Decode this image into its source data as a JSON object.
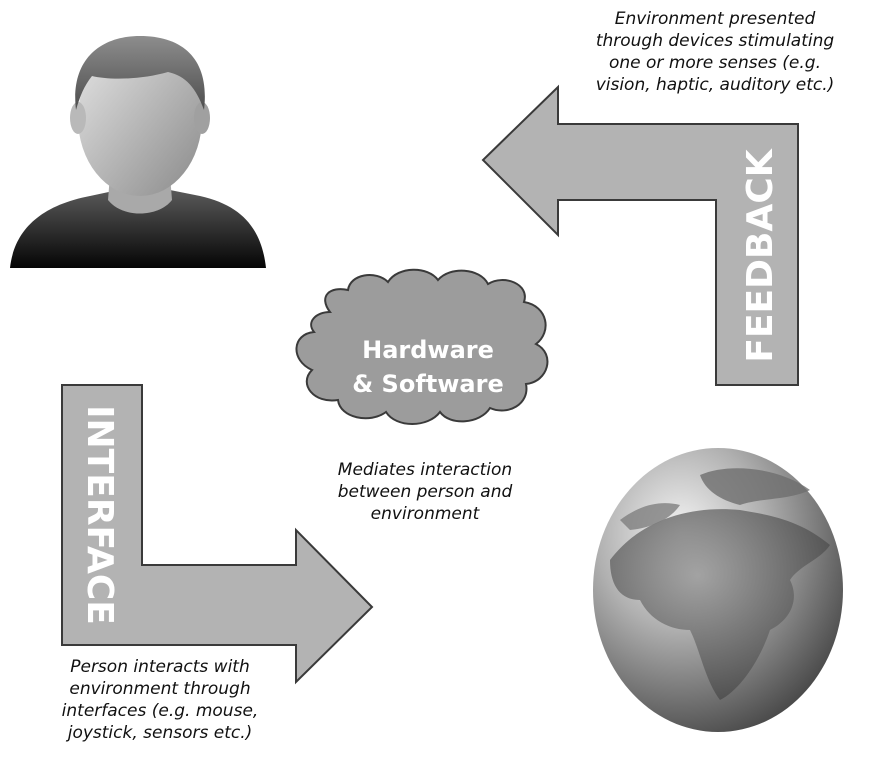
{
  "captions": {
    "feedback_lines": [
      "Environment presented",
      "through devices stimulating",
      "one or more senses (e.g.",
      "vision, haptic, auditory etc.)"
    ],
    "mediates_lines": [
      "Mediates interaction",
      "between person and",
      "environment"
    ],
    "interface_lines": [
      "Person interacts with",
      "environment through",
      "interfaces (e.g. mouse,",
      "joystick, sensors etc.)"
    ]
  },
  "arrows": {
    "feedback_label": "FEEDBACK",
    "interface_label": "INTERFACE"
  },
  "cloud": {
    "line1": "Hardware",
    "line2": "& Software"
  },
  "colors": {
    "arrow_fill": "#b3b3b3",
    "arrow_stroke": "#3a3a3a",
    "cloud_fill": "#9c9c9c",
    "label_color": "#ffffff"
  },
  "icons": {
    "person": "person-silhouette-icon",
    "globe": "globe-icon"
  }
}
